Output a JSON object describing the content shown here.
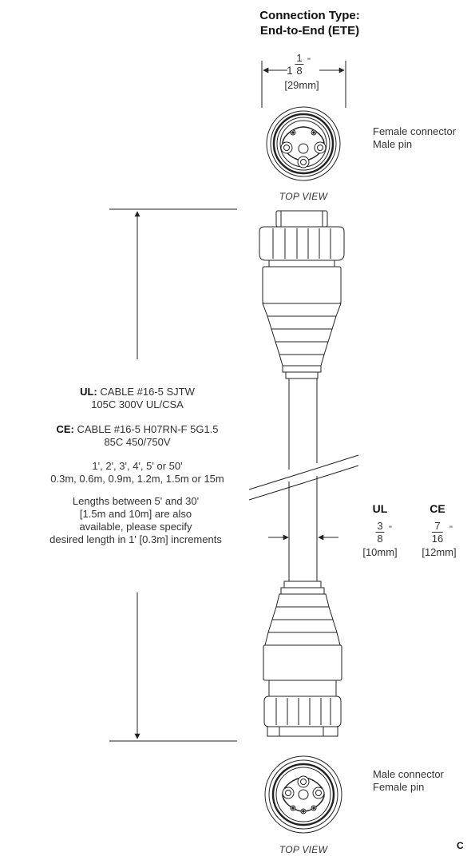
{
  "title": {
    "line1": "Connection Type:",
    "line2": "End-to-End (ETE)"
  },
  "top_connector": {
    "width_whole": "1",
    "width_num": "1",
    "width_den": "8",
    "inch_mark": "\"",
    "width_metric": "[29mm]",
    "label_line1": "Female connector",
    "label_line2": "Male pin",
    "view_label": "TOP VIEW"
  },
  "cable_specs": {
    "ul_prefix": "UL:",
    "ul_line1": "CABLE #16-5 SJTW",
    "ul_line2": "105C 300V UL/CSA",
    "ce_prefix": "CE:",
    "ce_line1": "CABLE #16-5 H07RN-F 5G1.5",
    "ce_line2": "85C 450/750V",
    "lengths_imperial": "1', 2', 3', 4', 5' or 50'",
    "lengths_metric": "0.3m, 0.6m, 0.9m, 1.2m, 1.5m or 15m",
    "note_line1": "Lengths between 5' and 30'",
    "note_line2": "[1.5m and 10m] are also",
    "note_line3": "available, please specify",
    "note_line4": "desired length in 1' [0.3m] increments"
  },
  "diameter": {
    "ul_label": "UL",
    "ul_num": "3",
    "ul_den": "8",
    "ul_metric": "[10mm]",
    "ce_label": "CE",
    "ce_num": "7",
    "ce_den": "16",
    "ce_metric": "[12mm]",
    "inch_mark": "\""
  },
  "bottom_connector": {
    "label_line1": "Male connector",
    "label_line2": "Female pin",
    "view_label": "TOP VIEW"
  },
  "corner_mark": "C"
}
